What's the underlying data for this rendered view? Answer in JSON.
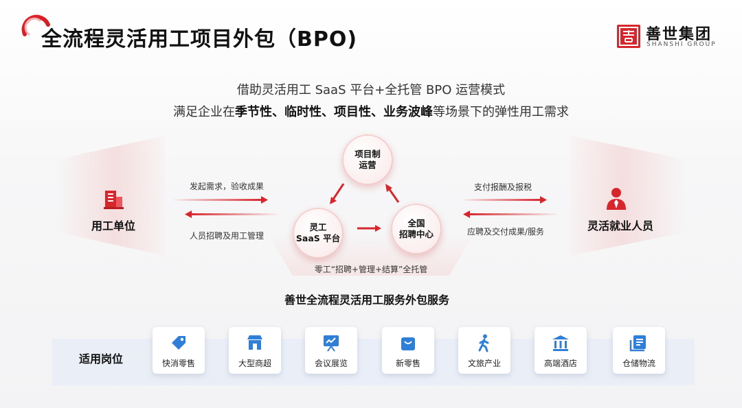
{
  "header": {
    "title": "全流程灵活用工项目外包（BPO)",
    "brand_cn": "善世集团",
    "brand_en": "SHANSHI GROUP"
  },
  "subtitle": {
    "line1": "借助灵活用工 SaaS 平台+全托管 BPO 运营模式",
    "line2_prefix": "满足企业在",
    "line2_bold": "季节性、临时性、项目性、业务波峰",
    "line2_suffix": "等场景下的弹性用工需求"
  },
  "diagram": {
    "employer": "用工单位",
    "worker": "灵活就业人员",
    "circle_project_l1": "项目制",
    "circle_project_l2": "运营",
    "circle_saas_l1": "灵工",
    "circle_saas_l2": "SaaS 平台",
    "circle_recruit_l1": "全国",
    "circle_recruit_l2": "招聘中心",
    "flow_demand": "发起需求，验收成果",
    "flow_recruit_manage": "人员招聘及用工管理",
    "flow_pay": "支付报酬及报税",
    "flow_apply": "应聘及交付成果/服务",
    "managed": "零工“招聘+管理+结算”全托管",
    "service_title": "善世全流程灵活用工服务外包服务"
  },
  "positions": {
    "label": "适用岗位",
    "items": [
      {
        "label": "快消零售",
        "icon": "tag-icon"
      },
      {
        "label": "大型商超",
        "icon": "storefront-icon"
      },
      {
        "label": "会议展览",
        "icon": "presentation-board-icon"
      },
      {
        "label": "新零售",
        "icon": "shopping-bag-icon"
      },
      {
        "label": "文旅产业",
        "icon": "walking-person-icon"
      },
      {
        "label": "高端酒店",
        "icon": "building-columns-icon"
      },
      {
        "label": "仓储物流",
        "icon": "warehouse-clipboard-icon"
      }
    ]
  },
  "colors": {
    "accent": "#d7262c",
    "icon_blue": "#2f7fd8"
  }
}
